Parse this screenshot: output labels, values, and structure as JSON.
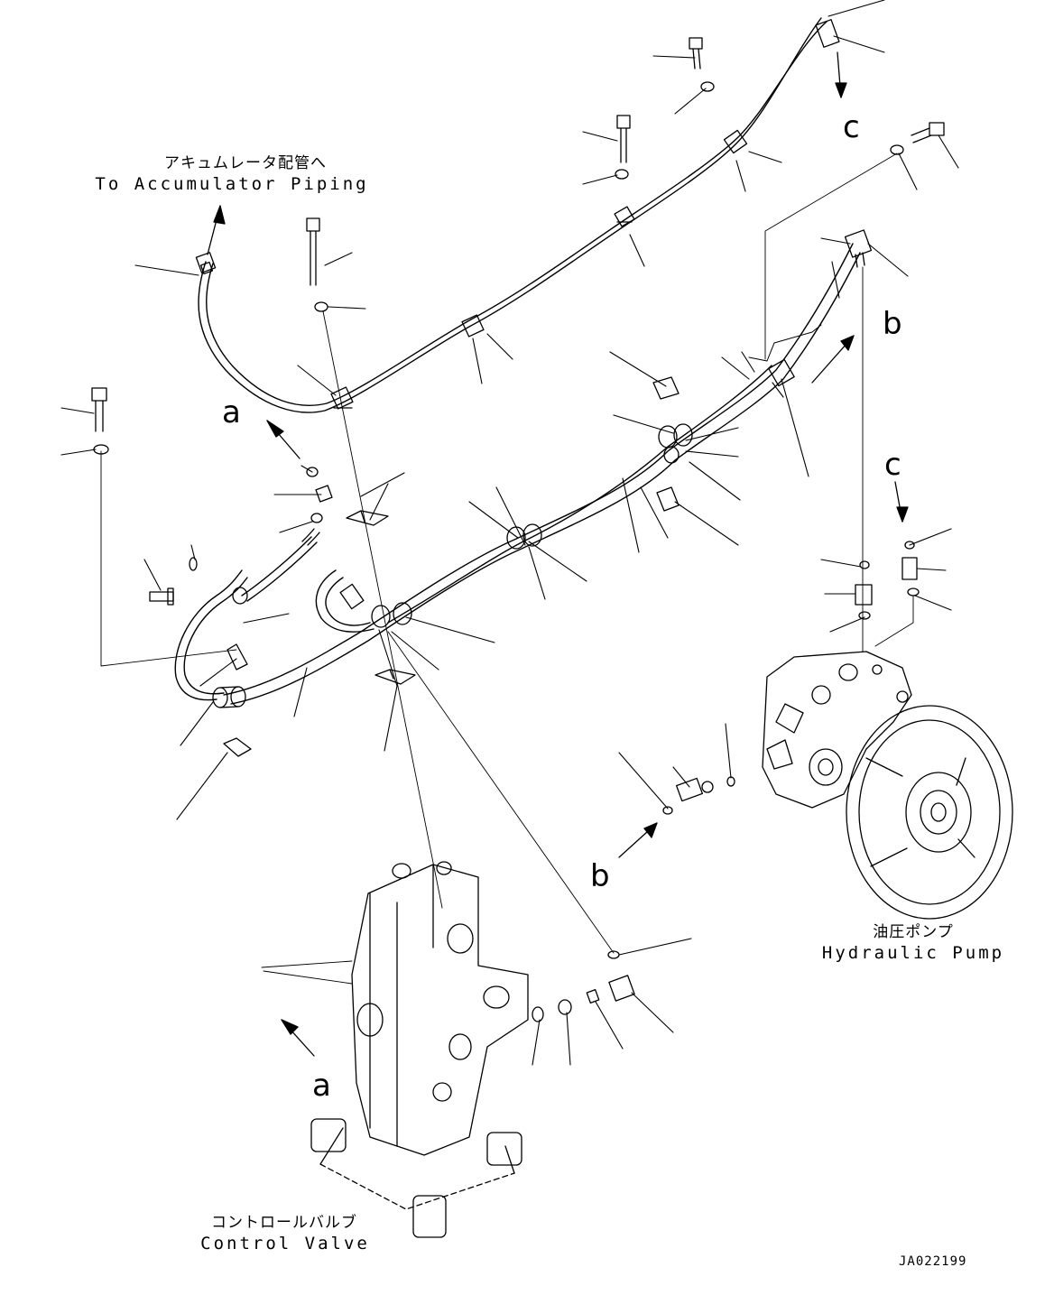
{
  "labels": {
    "accumulator": {
      "jp": "アキュムレータ配管へ",
      "en": "To Accumulator Piping"
    },
    "pump": {
      "jp": "油圧ポンプ",
      "en": "Hydraulic Pump"
    },
    "valve": {
      "jp": "コントロールバルブ",
      "en": "Control Valve"
    }
  },
  "connection_marks": {
    "a_upper": "a",
    "a_lower": "a",
    "b_upper": "b",
    "b_lower": "b",
    "c_upper": "c",
    "c_right": "c"
  },
  "drawing_code": "JA022199",
  "colors": {
    "ink": "#000000",
    "paper": "#ffffff"
  }
}
